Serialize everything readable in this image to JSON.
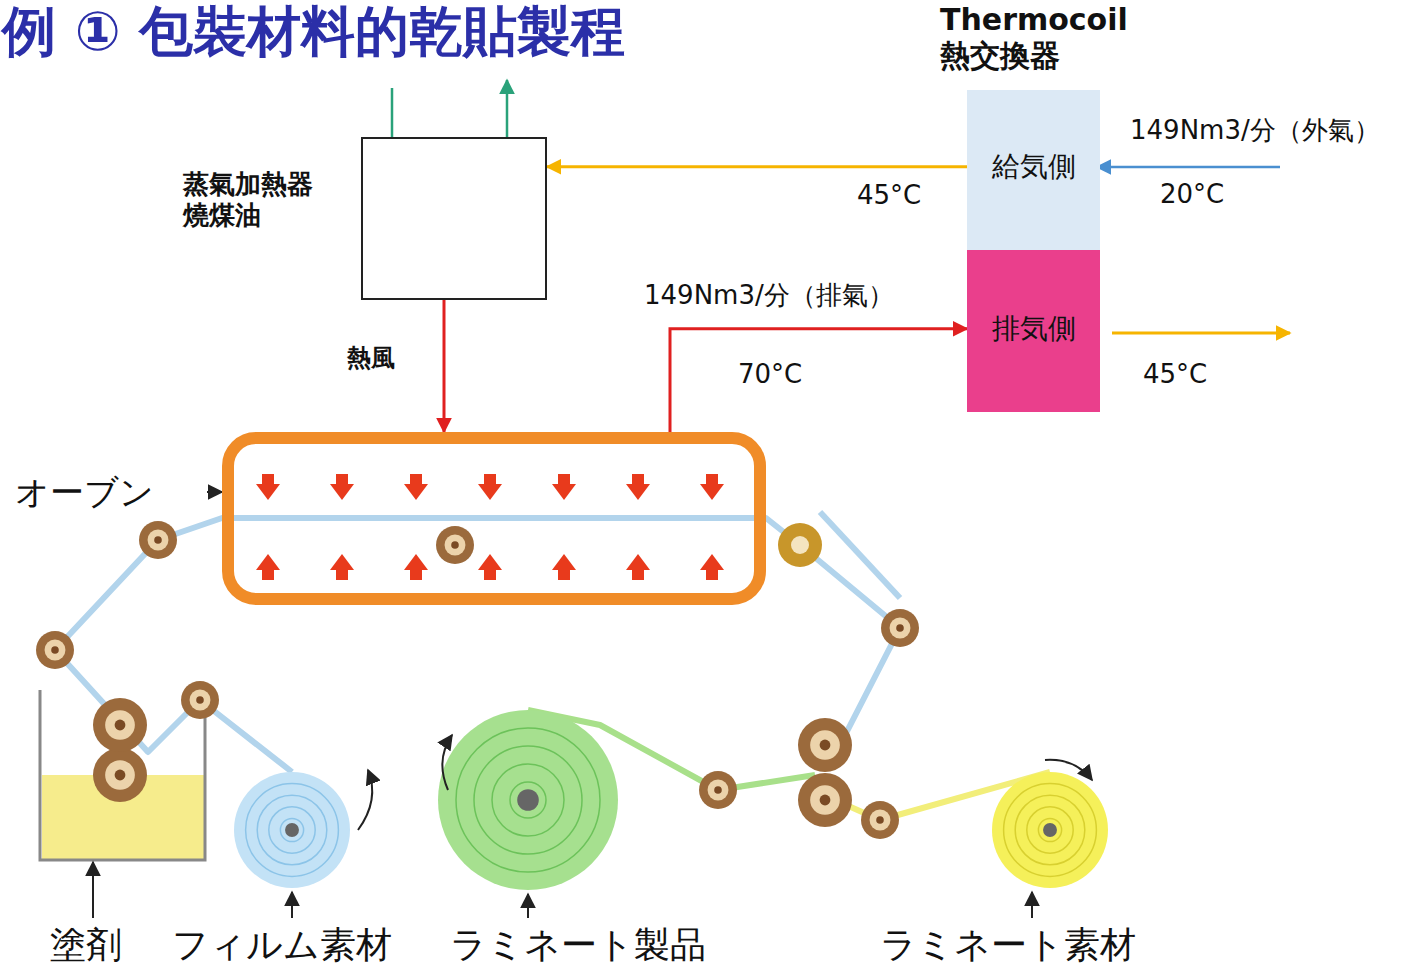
{
  "diagram": {
    "title": "例 ① 包裝材料的乾貼製程",
    "nodes": [
      {
        "text": [
          "蒸氣加熱器 燒煤油"
        ]
      },
      {
        "text": [
          "Thermocoil 熱交換器"
        ]
      },
      {
        "text": [
          "給気側"
        ],
        "in": 1
      },
      {
        "text": [
          "排気側"
        ],
        "in": 1
      },
      {
        "text": [
          "オーブン"
        ]
      }
    ],
    "edges": [
      {
        "from": 2,
        "to": 0,
        "arrow": "to",
        "label": "45°C"
      },
      {
        "from": 0,
        "to": 4,
        "arrow": "to",
        "label": "熱風"
      },
      {
        "from": 4,
        "to": 3,
        "arrow": "to",
        "label": "149Nm3/分（排氣）"
      },
      {
        "from": 3,
        "to": 2,
        "arrow": "to"
      }
    ],
    "labels": [
      "149Nm3/分（外氣）",
      "20°C",
      "70°C",
      "45°C",
      "塗剤",
      "フィルム素材",
      "ラミネート製品",
      "ラミネート素材"
    ]
  }
}
